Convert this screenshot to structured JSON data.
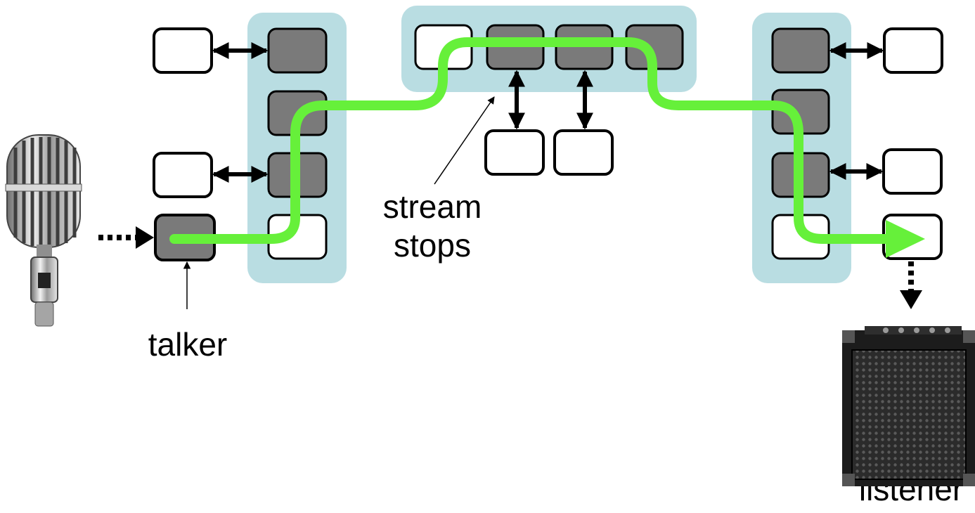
{
  "labels": {
    "talker": "talker",
    "stream_stops_line1": "stream",
    "stream_stops_line2": "stops",
    "listener": "listener"
  },
  "colors": {
    "bridge_fill": "#b9dde2",
    "port_active": "#7a7a7a",
    "port_idle": "#ffffff",
    "stream": "#66f03a",
    "stroke": "#000000"
  },
  "icons": {
    "source_device": "microphone-icon",
    "sink_device": "amplifier-speaker-icon"
  }
}
